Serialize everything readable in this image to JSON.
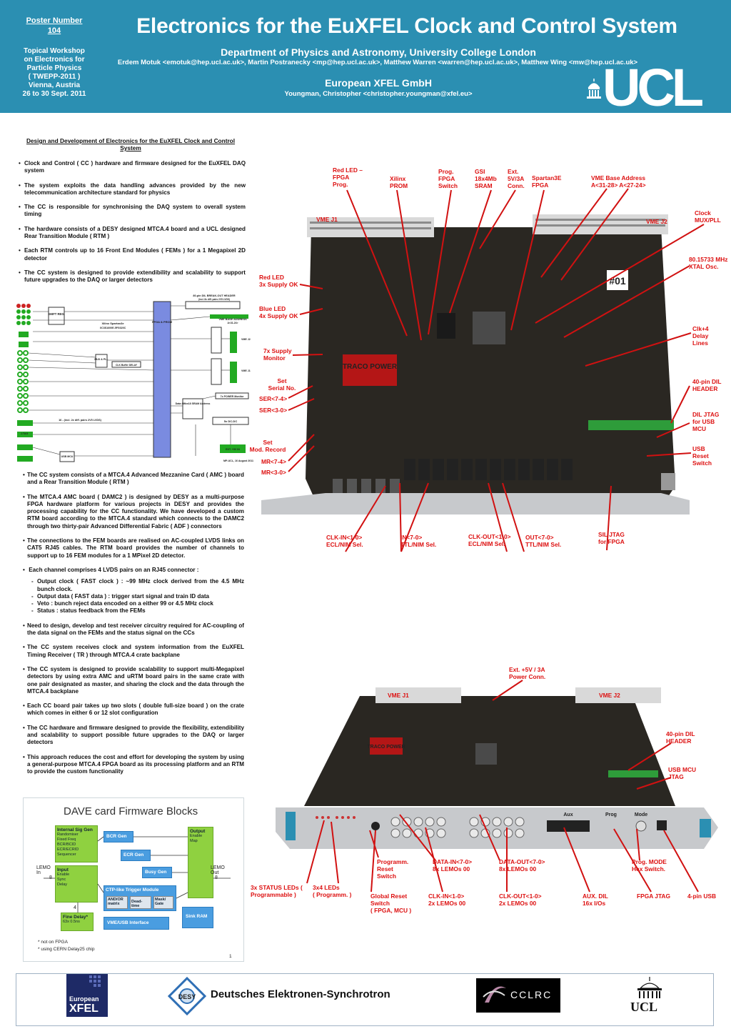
{
  "header": {
    "poster_number_label": "Poster Number",
    "poster_number": "104",
    "workshop_lines": [
      "Topical Workshop",
      "on Electronics for",
      "Particle Physics",
      "( TWEPP-2011 )",
      "Vienna, Austria",
      "26 to 30 Sept. 2011"
    ],
    "title": "Electronics for the EuXFEL Clock and Control System",
    "ucl_department": "Department of Physics and Astronomy, University College London",
    "ucl_authors": "Erdem Motuk <emotuk@hep.ucl.ac.uk>,  Martin Postranecky <mp@hep.ucl.ac.uk>,  Matthew Warren <warren@hep.ucl.ac.uk>, Matthew Wing <mw@hep.ucl.ac.uk>",
    "xfel_org": "European XFEL GmbH",
    "xfel_authors": "Youngman, Christopher <christopher.youngman@xfel.eu>",
    "logo_text": "UCL"
  },
  "left": {
    "section_title": "Design and Development of Electronics for the EuXFEL Clock and Control System",
    "bullets_top": [
      "Clock and Control ( CC ) hardware and firmware designed for the EuXFEL DAQ system",
      "The system exploits the data handling advances provided by the new telecommunication architecture standard for physics",
      "The CC is responsible for synchronising the DAQ system to overall system timing",
      "The hardware consists of a DESY designed MTCA.4 board and a UCL designed Rear Transition Module ( RTM )",
      "Each RTM controls up to 16 Front End Modules ( FEMs ) for a 1 Megapixel 2D detector",
      "The CC system is designed to provide extendibility and scalability to support future upgrades to the DAQ or larger detectors"
    ],
    "bullets_bottom": [
      "The CC system consists of a MTCA.4 Advanced Mezzanine Card ( AMC ) board and a Rear Transition Module ( RTM )",
      "The MTCA.4 AMC board ( DAMC2 ) is designed by DESY as a multi-purpose FPGA hardware platform for various projects in DESY and provides the processing capability for the CC functionality. We have developed  a custom RTM board according to the MTCA.4 standard which connects to the DAMC2 through two thirty-pair Advanced Differential Fabric ( ADF ) connectors",
      "The connections to the FEM boards are realised on AC-coupled LVDS links on CAT5 RJ45 cables. The RTM board provides the number of channels to support up to 16 FEM modules for a 1 MPixel 2D detector.",
      "Each channel comprises 4 LVDS pairs on an RJ45 connector :"
    ],
    "channel_items": [
      "Output clock ( FAST clock ) : ~99 MHz clock derived from the 4.5 MHz bunch clock.",
      "Output data ( FAST data ) : trigger start signal and train ID data",
      "Veto : bunch reject data encoded on a either 99 or 4.5 MHz clock",
      "Status : status feedback from the FEMs"
    ],
    "bullets_after": [
      "Need to design, develop and test receiver circuitry required for AC-coupling of the data signal on the FEMs and the status signal on the CCs",
      "The CC system receives clock and system information from the EuXFEL Timing Receiver ( TR ) through MTCA.4 crate backplane",
      "The CC system is designed to provide scalability to support multi-Megapixel detectors by using extra AMC and uRTM board pairs in the same crate with one pair designated as master, and sharing the clock and the data through the MTCA.4 backplane",
      "Each CC board pair takes up two slots ( double full-size board ) on the crate which comes in either 6 or 12 slot configuration",
      "The CC hardware and firmware designed to provide the flexibility, extendibility and scalability to support possible future upgrades to the DAQ or larger detectors",
      "This approach reduces the cost and effort for developing the system by using a general-purpose MTCA.4 FPGA board as its processing platform and an RTM to provide the custom functionality"
    ]
  },
  "block_diagram": {
    "header_label": "80-pin DIL BREAK-OUT HEADER",
    "header_sub": "(incl. 8x diff. pairs 2V5 LVDS)",
    "shift_reg": "SHIFT REG.",
    "fpga_prom": "FPGA & PROM",
    "xilinx": "Xilinx Spartan3e",
    "xilinx_part": "XC3S1600E-5FG320C",
    "vme_base": "VME BASE ADDRESS",
    "vme_base_sub": "A<31-24>",
    "vme_j2": "VME J2",
    "vme_j1": "VME J1",
    "buffers": "Buffers",
    "mux_pll": "MUX & PLL",
    "clk_delay": "CLK Buffer DELAY",
    "data_sram": "Data 4Mbx18 SRAM Address",
    "power_monitor": "7x POWER Monitor",
    "dc_dc": "5x DC-DC",
    "ext_power": "EXT. +5V IN",
    "usb_mcu": "USB MCU",
    "jtag": "J-TAG",
    "lvds_note": "16 - (incl. 2x diff. pairs 2V5 LVDS)",
    "footnote": "MP-UCL,  16 August 2011"
  },
  "firmware": {
    "title": "DAVE card Firmware Blocks",
    "internal_sig_gen": "Internal Sig Gen",
    "internal_items": [
      "Randomiser",
      "Fixed Freq",
      "BCR/BCID",
      "ECR/ECRID",
      "Sequencer"
    ],
    "input": "Input",
    "input_items": [
      "Enable",
      "Sync",
      "Delay"
    ],
    "bcr_gen": "BCR Gen",
    "ecr_gen": "ECR Gen",
    "busy_gen": "Busy Gen",
    "ctp": "CTP-like Trigger Module",
    "and_or": "AND/OR matrix",
    "dead_time": "Dead-time",
    "mask_gate": "Mask/ Gate",
    "output": "Output",
    "output_items": [
      "Enable",
      "Map"
    ],
    "sink_ram": "Sink RAM",
    "fine_delay": "Fine Delay*",
    "fine_delay_sub": "63x 0.5ns",
    "vme_usb": "VME/USB Interface",
    "lemo_in": "LEMO In",
    "lemo_out": "LEMO Out",
    "count_in": "8",
    "count_mid": "4",
    "count_out": "8",
    "notes": [
      "* not on FPGA",
      "* using CERN Delay25 chip"
    ],
    "page_num": "1"
  },
  "board1": {
    "labels": {
      "red_led_fpga": "Red LED –\nFPGA\nProg.",
      "xilinx_prom": "Xilinx\nPROM",
      "prog_fpga": "Prog.\nFPGA\nSwitch",
      "gsi_sram": "GSI\n18x4Mb\nSRAM",
      "ext_5v": "Ext.\n5V/3A\nConn.",
      "spartan": "Spartan3E\nFPGA",
      "vme_base": "VME Base Address\nA<31-28>  A<27-24>",
      "clock_mux": "Clock\nMUX/PLL",
      "vme_j1": "VME J1",
      "vme_j2": "VME J2",
      "xtal": "80.15733 MHz\nXTAL Osc.",
      "red_led_3x": "Red LED\n3x Supply OK",
      "blue_led": "Blue LED\n4x Supply OK",
      "clk_delay": "Clk+4\nDelay\nLines",
      "supply_mon": "7x Supply\nMonitor",
      "header_40": "40-pin DIL\nHEADER",
      "set_serial": "Set\nSerial No.",
      "ser_7_4": "SER<7-4>",
      "ser_3_0": "SER<3-0>",
      "dil_jtag": "DIL JTAG\nfor USB\nMCU",
      "set_mod": "Set\nMod. Record",
      "mr_7_4": "MR<7-4>",
      "mr_3_0": "MR<3-0>",
      "usb_reset": "USB\nReset\nSwitch",
      "clk_in": "CLK-IN<1-0>\nECL/NIM Sel.",
      "in_7_0": "IN<7-0>\nTTL/NIM Sel.",
      "clk_out": "CLK-OUT<1-0>\nECL/NIM Sel.",
      "out_7_0": "OUT<7-0>\nTTL/NIM Sel.",
      "sil_jtag": "SIL JTAG\nfor FPGA"
    },
    "traco": "TRACO POWER",
    "board_id": "#01"
  },
  "board2": {
    "labels": {
      "ext_power": "Ext. +5V / 3A\nPower Conn.",
      "vme_j1": "VME J1",
      "vme_j2": "VME J2",
      "header_40": "40-pin DIL\nHEADER",
      "usb_jtag": "USB MCU\nJTAG",
      "status_leds": "3x STATUS LEDs   (\nProgrammable )",
      "leds_3x4": "3x4 LEDs\n( Programm. )",
      "prog_reset": "Programm.\nReset\nSwitch",
      "global_reset": "Global Reset\nSwitch\n( FPGA, MCU )",
      "data_in": "DATA-IN<7-0>\n8x LEMOs 00",
      "clk_in": "CLK-IN<1-0>\n2x LEMOs 00",
      "data_out": "DATA-OUT<7-0>\n8x LEMOs 00",
      "clk_out": "CLK-OUT<1-0>\n2x LEMOs 00",
      "prog_mode": "Prog. MODE\nHex Switch.",
      "aux_dil": "AUX. DIL\n16x I/Os",
      "fpga_jtag": "FPGA JTAG",
      "usb4": "4-pin USB"
    },
    "traco": "TRACO POWER",
    "panel_aux": "Aux",
    "panel_prog": "Prog",
    "panel_mode": "Mode"
  },
  "footer": {
    "xfel_l1": "European",
    "xfel_l2": "XFEL",
    "desy_logo": "DESY",
    "desy_name": "Deutsches Elektronen-Synchrotron",
    "cclrc": "CCLRC",
    "ucl": "UCL"
  },
  "colors": {
    "header_bg": "#2b8fb2",
    "label_red": "#d11111",
    "fw_green": "#8fd140",
    "fw_blue": "#4a9de0"
  }
}
